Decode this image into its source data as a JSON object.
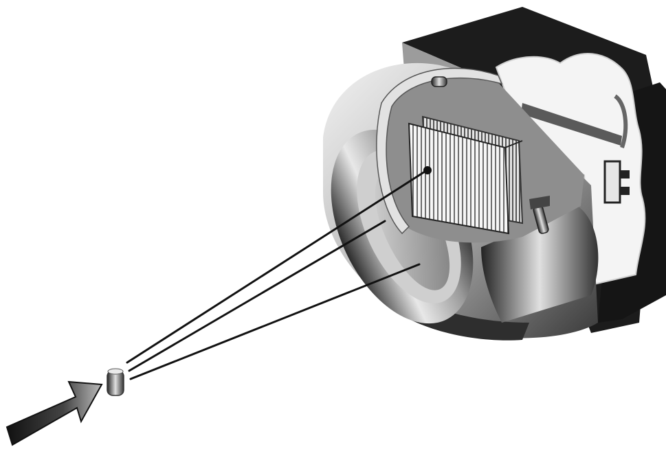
{
  "diagram": {
    "colors": {
      "background": "#ffffff",
      "ink": "#111111",
      "dark_housing": "#1c1c1c",
      "mid_gray": "#8a8a8a",
      "light_gray": "#d6d6d6",
      "highlight": "#f4f4f4"
    },
    "components": [
      {
        "name": "incident-beam-arrow",
        "type": "arrow"
      },
      {
        "name": "sample-crystal",
        "type": "sample"
      },
      {
        "name": "diffracted-rays",
        "type": "rays",
        "count": 3
      },
      {
        "name": "detector-housing",
        "type": "housing"
      },
      {
        "name": "detector-grid-plates",
        "type": "grid"
      }
    ]
  }
}
